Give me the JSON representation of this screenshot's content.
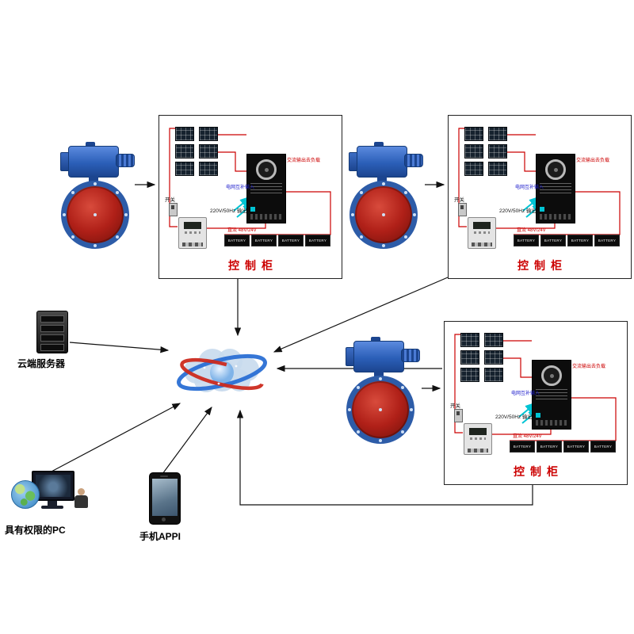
{
  "diagram": {
    "cabinet": {
      "title": "控制柜",
      "inverter_note": "交流输出去负载",
      "grid_input_label": "电网互补输入",
      "ac_output_label": "220V/50Hz 输出",
      "switch_label": "开关",
      "dc_bus_label": "直流 48V/24V",
      "battery_label": "BATTERY"
    },
    "nodes": {
      "server_label": "云端服务器",
      "pc_label": "具有权限的PC",
      "phone_label": "手机APPI"
    },
    "colors": {
      "cabinet_title_red": "#cc0000",
      "wire_red": "#cc0000",
      "cyan_arrow": "#00c4d4",
      "valve_actuator_blue": "#2b5fb8",
      "valve_disc_red": "#b02018",
      "solar_panel_dark": "#16222e",
      "grid_input_blue": "#1a1acc",
      "connector_black": "#111111"
    }
  }
}
